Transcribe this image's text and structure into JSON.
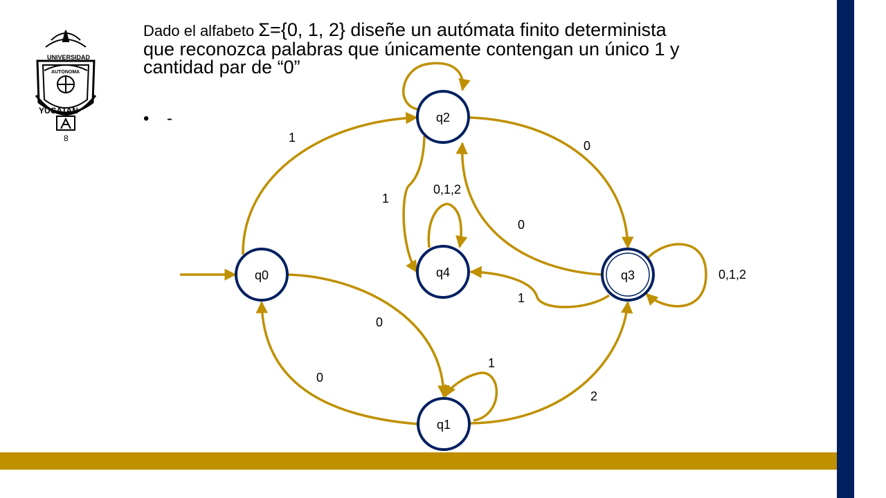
{
  "colors": {
    "navy": "#002060",
    "gold": "#BF9000",
    "edge": "#BF9000",
    "state_border": "#002060"
  },
  "slide": {
    "title_line1_part1": "Dado el alfabeto ",
    "title_line1_part2": "Σ={0, 1, 2} diseñe un autómata finito determinista",
    "title_line2": "que reconozca palabras que únicamente contengan un único 1 y",
    "title_line3": "cantidad par de “0”",
    "bullet_symbol": "•",
    "bullet_text": "-",
    "logo_icon": "university-seal-icon",
    "logo_caption": "8"
  },
  "automaton": {
    "states": [
      "q0",
      "q1",
      "q2",
      "q3",
      "q4"
    ],
    "start_state": "q0",
    "accepting_states": [
      "q3"
    ],
    "transitions": [
      {
        "from": "q0",
        "to": "q2",
        "label": "1"
      },
      {
        "from": "q0",
        "to": "q1",
        "label": "0"
      },
      {
        "from": "q1",
        "to": "q0",
        "label": "0"
      },
      {
        "from": "q1",
        "to": "q1",
        "label": "1"
      },
      {
        "from": "q1",
        "to": "q3",
        "label": "2"
      },
      {
        "from": "q2",
        "to": "q2",
        "label": ""
      },
      {
        "from": "q2",
        "to": "q3",
        "label": "0"
      },
      {
        "from": "q2",
        "to": "q4",
        "label": "1"
      },
      {
        "from": "q3",
        "to": "q2",
        "label": "0"
      },
      {
        "from": "q3",
        "to": "q4",
        "label": "1"
      },
      {
        "from": "q3",
        "to": "q3",
        "label": "0,1,2"
      },
      {
        "from": "q4",
        "to": "q4",
        "label": "0,1,2"
      }
    ]
  }
}
